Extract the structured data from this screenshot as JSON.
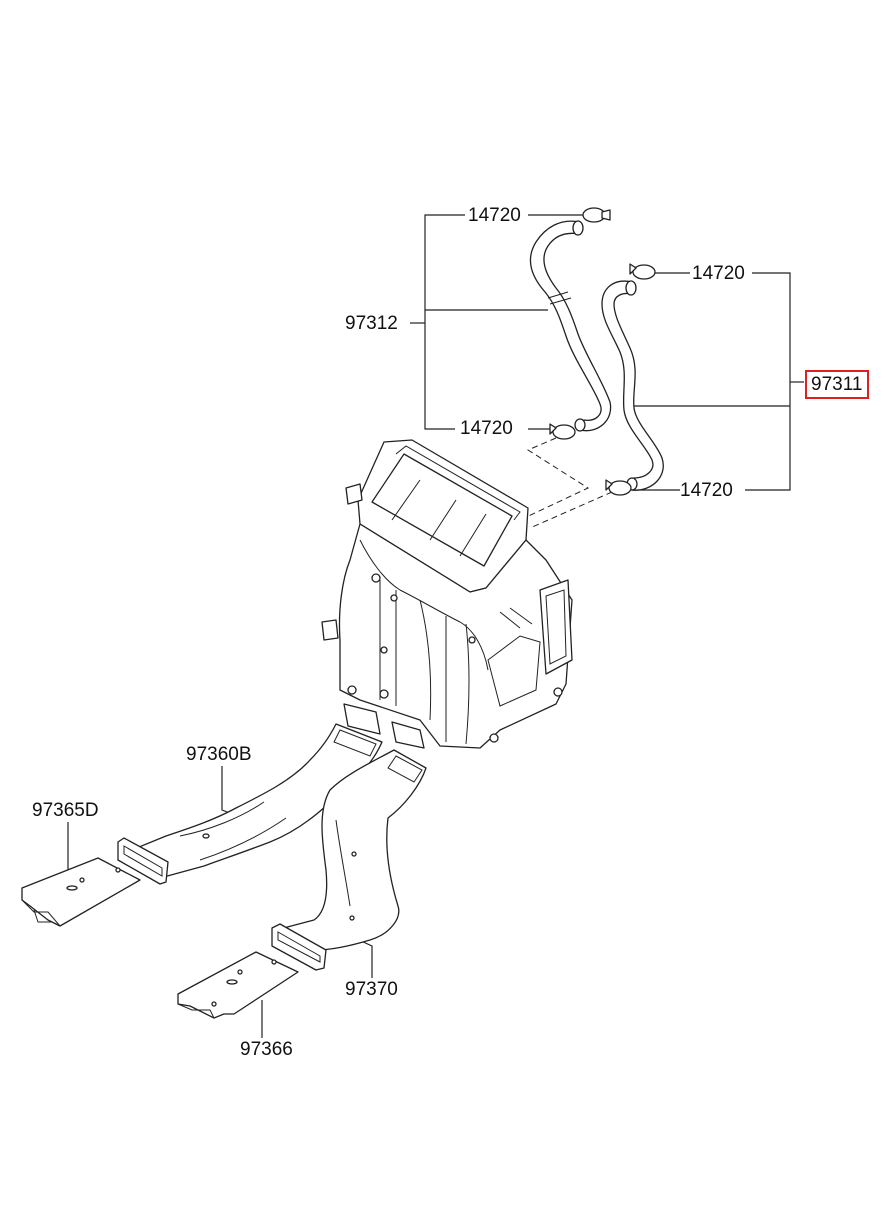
{
  "labels": {
    "clamp_top_left": "14720",
    "clamp_top_right": "14720",
    "hose_inlet": "97312",
    "hose_outlet": "97311",
    "clamp_bottom_left": "14720",
    "clamp_bottom_right": "14720",
    "duct_left_rear": "97360B",
    "duct_left_cover": "97365D",
    "duct_right_rear": "97370",
    "duct_right_cover": "97366"
  },
  "highlighted_part": "97311",
  "colors": {
    "highlight_border": "#e02020",
    "line": "#222222",
    "background": "#ffffff"
  }
}
